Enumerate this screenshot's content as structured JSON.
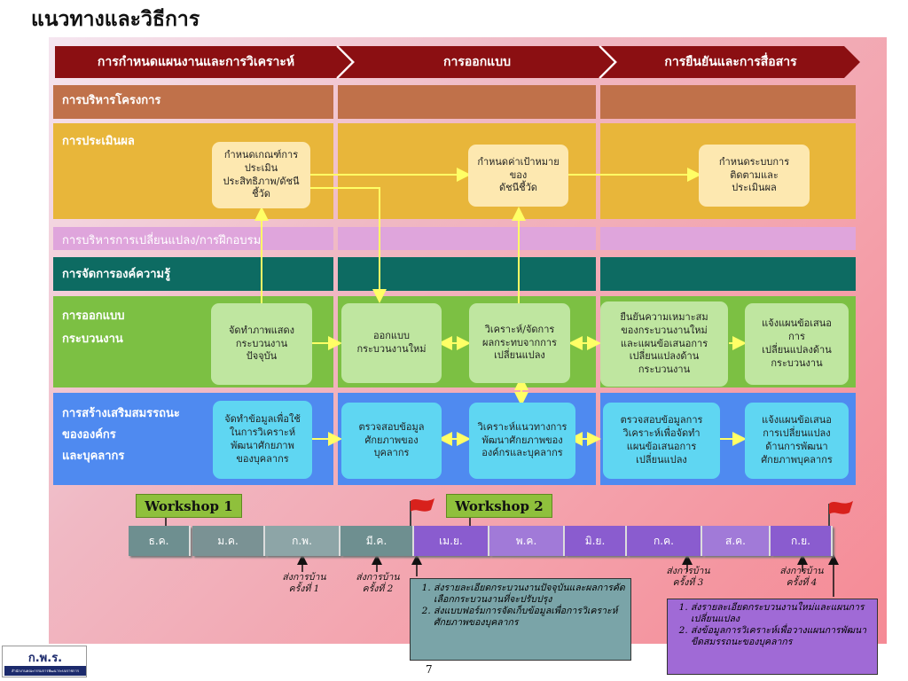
{
  "title": "แนวทางและวิธีการ",
  "phases": [
    "การกำหนดแผนงานและการวิเคราะห์",
    "การออกแบบ",
    "การยืนยันและการสื่อสาร"
  ],
  "rows": {
    "project_mgmt": "การบริหารโครงการ",
    "evaluation": "การประเมินผล",
    "change_mgmt": "การบริหารการเปลี่ยนแปลง/การฝึกอบรม",
    "knowledge_mgmt": "การจัดการองค์ความรู้",
    "process_design": "การออกแบบ\nกระบวนงาน",
    "capacity": "การสร้างเสริมสมรรถนะ\nขององค์กร\nและบุคลากร"
  },
  "nodes": {
    "eval1": "กำหนดเกณฑ์การ\nประเมิน\nประสิทธิภาพ/ดัชนี\nชี้วัด",
    "eval2": "กำหนดค่าเป้าหมาย\nของ\nดัชนีชี้วัด",
    "eval3": "กำหนดระบบการ\nติดตามและ\nประเมินผล",
    "proc1": "จัดทำภาพแสดง\nกระบวนงาน\nปัจจุบัน",
    "proc2": "ออกแบบ\nกระบวนงานใหม่",
    "proc3": "วิเคราะห์/จัดการ\nผลกระทบจากการ\nเปลี่ยนแปลง",
    "proc4": "ยืนยันความเหมาะสม\nของกระบวนงานใหม่\nและแผนข้อเสนอการ\nเปลี่ยนแปลงด้าน\nกระบวนงาน",
    "proc5": "แจ้งแผนข้อเสนอ\nการ\nเปลี่ยนแปลงด้าน\nกระบวนงาน",
    "cap1": "จัดทำข้อมูลเพื่อใช้\nในการวิเคราะห์\nพัฒนาศักยภาพ\nของบุคลากร",
    "cap2": "ตรวจสอบข้อมูล\nศักยภาพของ\nบุคลากร",
    "cap3": "วิเคราะห์แนวทางการ\nพัฒนาศักยภาพของ\nองค์กรและบุคลากร",
    "cap4": "ตรวจสอบข้อมูลการ\nวิเคราะห์เพื่อจัดทำ\nแผนข้อเสนอการ\nเปลี่ยนแปลง",
    "cap5": "แจ้งแผนข้อเสนอ\nการเปลี่ยนแปลง\nด้านการพัฒนา\nศักยภาพบุคลากร"
  },
  "workshops": [
    "Workshop 1",
    "Workshop 2"
  ],
  "months": [
    "ธ.ค.",
    "ม.ค.",
    "ก.พ.",
    "มี.ค.",
    "เม.ย.",
    "พ.ค.",
    "มิ.ย.",
    "ก.ค.",
    "ส.ค.",
    "ก.ย."
  ],
  "deliveries": [
    "ส่งการบ้าน\nครั้งที่ 1",
    "ส่งการบ้าน\nครั้งที่ 2",
    "ส่งการบ้าน\nครั้งที่ 3",
    "ส่งการบ้าน\nครั้งที่ 4"
  ],
  "note_box_1": [
    "ส่งรายละเอียดกระบวนงานปัจจุบันและผลการคัดเลือกกระบวนงานที่จะปรับปรุง",
    "ส่งแบบฟอร์มการจัดเก็บข้อมูลเพื่อการวิเคราะห์ศักยภาพของบุคลากร"
  ],
  "note_box_2": [
    "ส่งรายละเอียดกระบวนงานใหม่และแผนการเปลี่ยนแปลง",
    "ส่งข้อมูลการวิเคราะห์เพื่อวางแผนการพัฒนาขีดสมรรถนะของบุคลากร"
  ],
  "logo": {
    "text": "ก.พ.ร.",
    "sub": "สำนักงานคณะกรรมการพัฒนาระบบราชการ"
  },
  "page_number": "7",
  "colors": {
    "phase": "#8b0f12",
    "project_mgmt": "#c0714a",
    "evaluation": "#e8b63a",
    "change_mgmt": "#dfa5dc",
    "knowledge_mgmt": "#0d6b62",
    "process_design": "#7cc043",
    "capacity": "#4f8af0",
    "arrow": "#ffff66"
  }
}
